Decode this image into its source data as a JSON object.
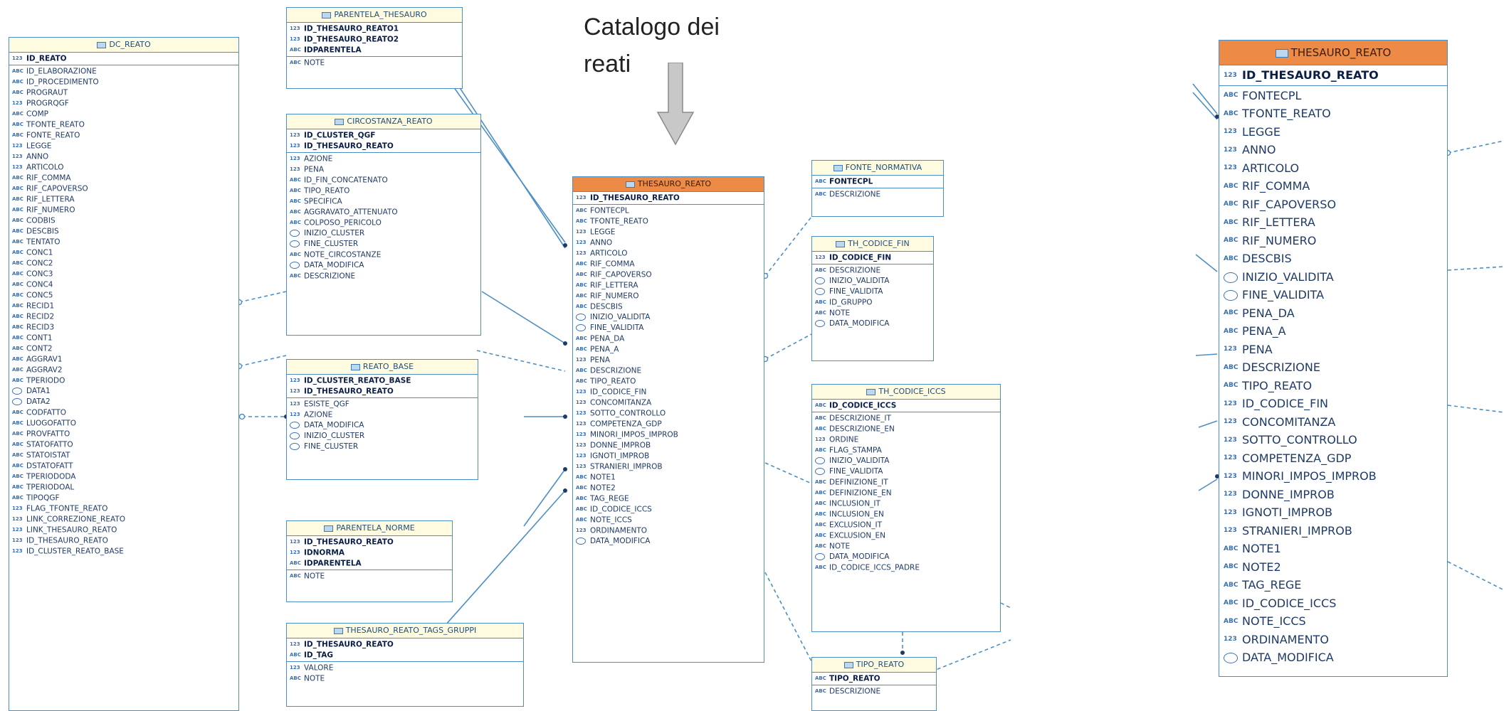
{
  "caption": {
    "line1": "Catalogo dei",
    "line2": "reati"
  },
  "colors": {
    "border": "#4d8fc4",
    "header": "#fffbe0",
    "highlight": "#ec8a46",
    "connector": "#4d8fc4",
    "text": "#1e3a66"
  },
  "tables": {
    "dc_reato": {
      "name": "DC_REATO",
      "sections": [
        [
          {
            "t": "123",
            "n": "ID_REATO",
            "pk": true
          }
        ],
        [
          {
            "t": "ABC",
            "n": "ID_ELABORAZIONE"
          },
          {
            "t": "ABC",
            "n": "ID_PROCEDIMENTO"
          },
          {
            "t": "ABC",
            "n": "PROGRAUT"
          },
          {
            "t": "123",
            "n": "PROGRQGF"
          },
          {
            "t": "ABC",
            "n": "COMP"
          },
          {
            "t": "ABC",
            "n": "TFONTE_REATO"
          },
          {
            "t": "ABC",
            "n": "FONTE_REATO"
          },
          {
            "t": "123",
            "n": "LEGGE"
          },
          {
            "t": "123",
            "n": "ANNO"
          },
          {
            "t": "123",
            "n": "ARTICOLO"
          },
          {
            "t": "ABC",
            "n": "RIF_COMMA"
          },
          {
            "t": "ABC",
            "n": "RIF_CAPOVERSO"
          },
          {
            "t": "ABC",
            "n": "RIF_LETTERA"
          },
          {
            "t": "ABC",
            "n": "RIF_NUMERO"
          },
          {
            "t": "ABC",
            "n": "CODBIS"
          },
          {
            "t": "ABC",
            "n": "DESCBIS"
          },
          {
            "t": "ABC",
            "n": "TENTATO"
          },
          {
            "t": "ABC",
            "n": "CONC1"
          },
          {
            "t": "ABC",
            "n": "CONC2"
          },
          {
            "t": "ABC",
            "n": "CONC3"
          },
          {
            "t": "ABC",
            "n": "CONC4"
          },
          {
            "t": "ABC",
            "n": "CONC5"
          },
          {
            "t": "ABC",
            "n": "RECID1"
          },
          {
            "t": "ABC",
            "n": "RECID2"
          },
          {
            "t": "ABC",
            "n": "RECID3"
          },
          {
            "t": "ABC",
            "n": "CONT1"
          },
          {
            "t": "ABC",
            "n": "CONT2"
          },
          {
            "t": "ABC",
            "n": "AGGRAV1"
          },
          {
            "t": "ABC",
            "n": "AGGRAV2"
          },
          {
            "t": "ABC",
            "n": "TPERIODO"
          },
          {
            "t": "DT",
            "n": "DATA1"
          },
          {
            "t": "DT",
            "n": "DATA2"
          },
          {
            "t": "ABC",
            "n": "CODFATTO"
          },
          {
            "t": "ABC",
            "n": "LUOGOFATTO"
          },
          {
            "t": "ABC",
            "n": "PROVFATTO"
          },
          {
            "t": "ABC",
            "n": "STATOFATTO"
          },
          {
            "t": "ABC",
            "n": "STATOISTAT"
          },
          {
            "t": "ABC",
            "n": "DSTATOFATT"
          },
          {
            "t": "ABC",
            "n": "TPERIODODA"
          },
          {
            "t": "ABC",
            "n": "TPERIODOAL"
          },
          {
            "t": "ABC",
            "n": "TIPOQGF"
          },
          {
            "t": "123",
            "n": "FLAG_TFONTE_REATO"
          },
          {
            "t": "123",
            "n": "LINK_CORREZIONE_REATO"
          },
          {
            "t": "123",
            "n": "LINK_THESAURO_REATO"
          },
          {
            "t": "123",
            "n": "ID_THESAURO_REATO"
          },
          {
            "t": "123",
            "n": "ID_CLUSTER_REATO_BASE"
          }
        ]
      ]
    },
    "parentela_thesauro": {
      "name": "PARENTELA_THESAURO",
      "sections": [
        [
          {
            "t": "123",
            "n": "ID_THESAURO_REATO1",
            "pk": true
          },
          {
            "t": "123",
            "n": "ID_THESAURO_REATO2",
            "pk": true
          },
          {
            "t": "ABC",
            "n": "IDPARENTELA",
            "pk": true
          }
        ],
        [
          {
            "t": "ABC",
            "n": "NOTE"
          }
        ]
      ]
    },
    "circostanza_reato": {
      "name": "CIRCOSTANZA_REATO",
      "sections": [
        [
          {
            "t": "123",
            "n": "ID_CLUSTER_QGF",
            "pk": true
          },
          {
            "t": "123",
            "n": "ID_THESAURO_REATO",
            "pk": true
          }
        ],
        [
          {
            "t": "123",
            "n": "AZIONE"
          },
          {
            "t": "123",
            "n": "PENA"
          },
          {
            "t": "ABC",
            "n": "ID_FIN_CONCATENATO"
          },
          {
            "t": "ABC",
            "n": "TIPO_REATO"
          },
          {
            "t": "ABC",
            "n": "SPECIFICA"
          },
          {
            "t": "ABC",
            "n": "AGGRAVATO_ATTENUATO"
          },
          {
            "t": "ABC",
            "n": "COLPOSO_PERICOLO"
          },
          {
            "t": "DT",
            "n": "INIZIO_CLUSTER"
          },
          {
            "t": "DT",
            "n": "FINE_CLUSTER"
          },
          {
            "t": "ABC",
            "n": "NOTE_CIRCOSTANZE"
          },
          {
            "t": "DT",
            "n": "DATA_MODIFICA"
          },
          {
            "t": "ABC",
            "n": "DESCRIZIONE"
          }
        ]
      ]
    },
    "reato_base": {
      "name": "REATO_BASE",
      "sections": [
        [
          {
            "t": "123",
            "n": "ID_CLUSTER_REATO_BASE",
            "pk": true
          },
          {
            "t": "123",
            "n": "ID_THESAURO_REATO",
            "pk": true
          }
        ],
        [
          {
            "t": "123",
            "n": "ESISTE_QGF"
          },
          {
            "t": "123",
            "n": "AZIONE"
          },
          {
            "t": "DT",
            "n": "DATA_MODIFICA"
          },
          {
            "t": "DT",
            "n": "INIZIO_CLUSTER"
          },
          {
            "t": "DT",
            "n": "FINE_CLUSTER"
          }
        ]
      ]
    },
    "parentela_norme": {
      "name": "PARENTELA_NORME",
      "sections": [
        [
          {
            "t": "123",
            "n": "ID_THESAURO_REATO",
            "pk": true
          },
          {
            "t": "123",
            "n": "IDNORMA",
            "pk": true
          },
          {
            "t": "ABC",
            "n": "IDPARENTELA",
            "pk": true
          }
        ],
        [
          {
            "t": "ABC",
            "n": "NOTE"
          }
        ]
      ]
    },
    "tags_gruppi": {
      "name": "THESAURO_REATO_TAGS_GRUPPI",
      "sections": [
        [
          {
            "t": "123",
            "n": "ID_THESAURO_REATO",
            "pk": true
          },
          {
            "t": "ABC",
            "n": "ID_TAG",
            "pk": true
          }
        ],
        [
          {
            "t": "123",
            "n": "VALORE"
          },
          {
            "t": "ABC",
            "n": "NOTE"
          }
        ]
      ]
    },
    "thesauro_reato": {
      "name": "THESAURO_REATO",
      "sections": [
        [
          {
            "t": "123",
            "n": "ID_THESAURO_REATO",
            "pk": true
          }
        ],
        [
          {
            "t": "ABC",
            "n": "FONTECPL"
          },
          {
            "t": "ABC",
            "n": "TFONTE_REATO"
          },
          {
            "t": "123",
            "n": "LEGGE"
          },
          {
            "t": "123",
            "n": "ANNO"
          },
          {
            "t": "123",
            "n": "ARTICOLO"
          },
          {
            "t": "ABC",
            "n": "RIF_COMMA"
          },
          {
            "t": "ABC",
            "n": "RIF_CAPOVERSO"
          },
          {
            "t": "ABC",
            "n": "RIF_LETTERA"
          },
          {
            "t": "ABC",
            "n": "RIF_NUMERO"
          },
          {
            "t": "ABC",
            "n": "DESCBIS"
          },
          {
            "t": "DT",
            "n": "INIZIO_VALIDITA"
          },
          {
            "t": "DT",
            "n": "FINE_VALIDITA"
          },
          {
            "t": "ABC",
            "n": "PENA_DA"
          },
          {
            "t": "ABC",
            "n": "PENA_A"
          },
          {
            "t": "123",
            "n": "PENA"
          },
          {
            "t": "ABC",
            "n": "DESCRIZIONE"
          },
          {
            "t": "ABC",
            "n": "TIPO_REATO"
          },
          {
            "t": "123",
            "n": "ID_CODICE_FIN"
          },
          {
            "t": "123",
            "n": "CONCOMITANZA"
          },
          {
            "t": "123",
            "n": "SOTTO_CONTROLLO"
          },
          {
            "t": "123",
            "n": "COMPETENZA_GDP"
          },
          {
            "t": "123",
            "n": "MINORI_IMPOS_IMPROB"
          },
          {
            "t": "123",
            "n": "DONNE_IMPROB"
          },
          {
            "t": "123",
            "n": "IGNOTI_IMPROB"
          },
          {
            "t": "123",
            "n": "STRANIERI_IMPROB"
          },
          {
            "t": "ABC",
            "n": "NOTE1"
          },
          {
            "t": "ABC",
            "n": "NOTE2"
          },
          {
            "t": "ABC",
            "n": "TAG_REGE"
          },
          {
            "t": "ABC",
            "n": "ID_CODICE_ICCS"
          },
          {
            "t": "ABC",
            "n": "NOTE_ICCS"
          },
          {
            "t": "123",
            "n": "ORDINAMENTO"
          },
          {
            "t": "DT",
            "n": "DATA_MODIFICA"
          }
        ]
      ]
    },
    "fonte_normativa": {
      "name": "FONTE_NORMATIVA",
      "sections": [
        [
          {
            "t": "ABC",
            "n": "FONTECPL",
            "pk": true
          }
        ],
        [
          {
            "t": "ABC",
            "n": "DESCRIZIONE"
          }
        ]
      ]
    },
    "th_codice_fin": {
      "name": "TH_CODICE_FIN",
      "sections": [
        [
          {
            "t": "123",
            "n": "ID_CODICE_FIN",
            "pk": true
          }
        ],
        [
          {
            "t": "ABC",
            "n": "DESCRIZIONE"
          },
          {
            "t": "DT",
            "n": "INIZIO_VALIDITA"
          },
          {
            "t": "DT",
            "n": "FINE_VALIDITA"
          },
          {
            "t": "ABC",
            "n": "ID_GRUPPO"
          },
          {
            "t": "ABC",
            "n": "NOTE"
          },
          {
            "t": "DT",
            "n": "DATA_MODIFICA"
          }
        ]
      ]
    },
    "th_codice_iccs": {
      "name": "TH_CODICE_ICCS",
      "sections": [
        [
          {
            "t": "ABC",
            "n": "ID_CODICE_ICCS",
            "pk": true
          }
        ],
        [
          {
            "t": "ABC",
            "n": "DESCRIZIONE_IT"
          },
          {
            "t": "ABC",
            "n": "DESCRIZIONE_EN"
          },
          {
            "t": "123",
            "n": "ORDINE"
          },
          {
            "t": "ABC",
            "n": "FLAG_STAMPA"
          },
          {
            "t": "DT",
            "n": "INIZIO_VALIDITA"
          },
          {
            "t": "DT",
            "n": "FINE_VALIDITA"
          },
          {
            "t": "ABC",
            "n": "DEFINIZIONE_IT"
          },
          {
            "t": "ABC",
            "n": "DEFINIZIONE_EN"
          },
          {
            "t": "ABC",
            "n": "INCLUSION_IT"
          },
          {
            "t": "ABC",
            "n": "INCLUSION_EN"
          },
          {
            "t": "ABC",
            "n": "EXCLUSION_IT"
          },
          {
            "t": "ABC",
            "n": "EXCLUSION_EN"
          },
          {
            "t": "ABC",
            "n": "NOTE"
          },
          {
            "t": "DT",
            "n": "DATA_MODIFICA"
          },
          {
            "t": "ABC",
            "n": "ID_CODICE_ICCS_PADRE"
          }
        ]
      ]
    },
    "tipo_reato": {
      "name": "TIPO_REATO",
      "sections": [
        [
          {
            "t": "ABC",
            "n": "TIPO_REATO",
            "pk": true
          }
        ],
        [
          {
            "t": "ABC",
            "n": "DESCRIZIONE"
          }
        ]
      ]
    },
    "thesauro_reato_zoom": {
      "name": "THESAURO_REATO",
      "sections": [
        [
          {
            "t": "123",
            "n": "ID_THESAURO_REATO",
            "pk": true
          }
        ],
        [
          {
            "t": "ABC",
            "n": "FONTECPL"
          },
          {
            "t": "ABC",
            "n": "TFONTE_REATO"
          },
          {
            "t": "123",
            "n": "LEGGE"
          },
          {
            "t": "123",
            "n": "ANNO"
          },
          {
            "t": "123",
            "n": "ARTICOLO"
          },
          {
            "t": "ABC",
            "n": "RIF_COMMA"
          },
          {
            "t": "ABC",
            "n": "RIF_CAPOVERSO"
          },
          {
            "t": "ABC",
            "n": "RIF_LETTERA"
          },
          {
            "t": "ABC",
            "n": "RIF_NUMERO"
          },
          {
            "t": "ABC",
            "n": "DESCBIS"
          },
          {
            "t": "DT",
            "n": "INIZIO_VALIDITA"
          },
          {
            "t": "DT",
            "n": "FINE_VALIDITA"
          },
          {
            "t": "ABC",
            "n": "PENA_DA"
          },
          {
            "t": "ABC",
            "n": "PENA_A"
          },
          {
            "t": "123",
            "n": "PENA"
          },
          {
            "t": "ABC",
            "n": "DESCRIZIONE"
          },
          {
            "t": "ABC",
            "n": "TIPO_REATO"
          },
          {
            "t": "123",
            "n": "ID_CODICE_FIN"
          },
          {
            "t": "123",
            "n": "CONCOMITANZA"
          },
          {
            "t": "123",
            "n": "SOTTO_CONTROLLO"
          },
          {
            "t": "123",
            "n": "COMPETENZA_GDP"
          },
          {
            "t": "123",
            "n": "MINORI_IMPOS_IMPROB"
          },
          {
            "t": "123",
            "n": "DONNE_IMPROB"
          },
          {
            "t": "123",
            "n": "IGNOTI_IMPROB"
          },
          {
            "t": "123",
            "n": "STRANIERI_IMPROB"
          },
          {
            "t": "ABC",
            "n": "NOTE1"
          },
          {
            "t": "ABC",
            "n": "NOTE2"
          },
          {
            "t": "ABC",
            "n": "TAG_REGE"
          },
          {
            "t": "ABC",
            "n": "ID_CODICE_ICCS"
          },
          {
            "t": "ABC",
            "n": "NOTE_ICCS"
          },
          {
            "t": "123",
            "n": "ORDINAMENTO"
          },
          {
            "t": "DT",
            "n": "DATA_MODIFICA"
          }
        ]
      ]
    }
  }
}
